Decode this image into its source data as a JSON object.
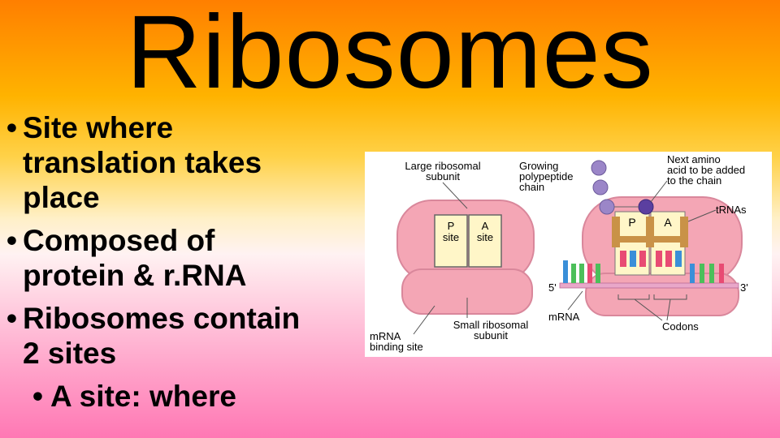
{
  "slide": {
    "title": "Ribosomes",
    "bullets": [
      {
        "dot": "•",
        "text": "Site where\ntranslation takes\nplace"
      },
      {
        "dot": "•",
        "text": "Composed of\nprotein & r.RNA"
      },
      {
        "dot": "•",
        "text": "Ribosomes contain\n2 sites"
      }
    ],
    "sub_bullet": {
      "dot": "•",
      "text": "A site: where"
    }
  },
  "diagram": {
    "large_subunit": "Large ribosomal\nsubunit",
    "small_subunit": "Small ribosomal\nsubunit",
    "mrna_binding": "mRNA\nbinding site",
    "p_site": "P\nsite",
    "a_site": "A\nsite",
    "growing_chain": "Growing\npolypeptide\nchain",
    "next_amino": "Next amino\nacid to be added\nto the chain",
    "trnas": "tRNAs",
    "p": "P",
    "a": "A",
    "five_prime": "5'",
    "three_prime": "3'",
    "mrna": "mRNA",
    "codons": "Codons"
  },
  "colors": {
    "ribosome": "#f4a6b5",
    "ribosome_edge": "#d9879b",
    "site_fill": "#fff6c8",
    "amino": "#9b86c8",
    "trna": "#c99247"
  }
}
